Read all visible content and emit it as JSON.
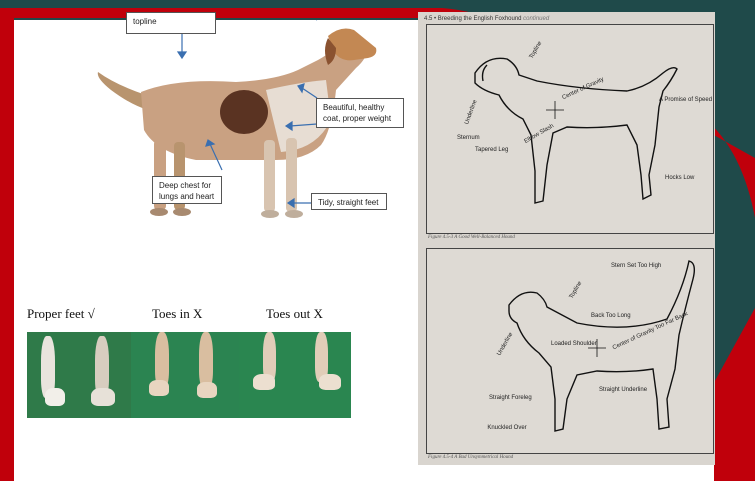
{
  "left_panel": {
    "callouts": {
      "topline": "topline",
      "coat": "Beautiful, healthy coat, proper weight",
      "chest": "Deep chest for lungs and heart",
      "feet": "Tidy, straight feet"
    },
    "feet_labels": [
      "Proper feet √",
      "Toes in X",
      "Toes out X"
    ]
  },
  "right_panel": {
    "header": "4.5 • Breeding the English Foxhound",
    "header_suffix": "continued",
    "figure1": {
      "caption": "Figure 4.5-3  A Good Well-Balanced Hound",
      "labels": {
        "topline": "Topline",
        "underline": "Underline",
        "center_gravity": "Center of Gravity",
        "sternum": "Sternum",
        "elbow_slash": "Elbow Slash",
        "tapered_leg": "Tapered Leg",
        "promise_speed": "A Promise of Speed",
        "hocks_low": "Hocks Low"
      }
    },
    "figure2": {
      "caption": "Figure 4.5-4  A Bad Unsymmetrical Hound",
      "labels": {
        "stern_set": "Stern Set Too High",
        "topline": "Topline",
        "back_too_long": "Back Too Long",
        "underline": "Underline",
        "loaded_shoulder": "Loaded Shoulder",
        "center_gravity": "Center of Gravity Too Far Back",
        "straight_foreleg": "Straight Foreleg",
        "straight_underline": "Straight Underline",
        "knuckled_over": "Knuckled Over"
      }
    }
  },
  "colors": {
    "background": "#1f4a4a",
    "frame_red": "#c0000b",
    "turf": "#2e7d4f",
    "arrow_blue": "#3a6fb0"
  }
}
